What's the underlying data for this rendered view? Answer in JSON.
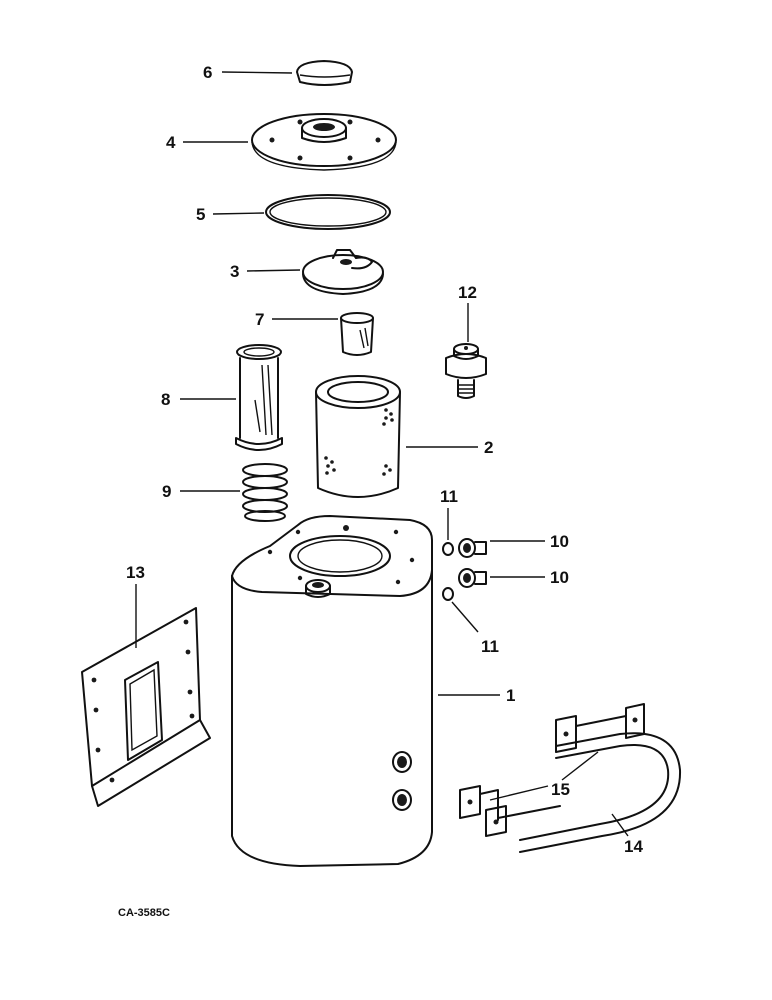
{
  "diagram": {
    "callouts": [
      {
        "id": "c6",
        "label": "6",
        "part": "cap"
      },
      {
        "id": "c4",
        "label": "4",
        "part": "cover-plate"
      },
      {
        "id": "c5",
        "label": "5",
        "part": "o-ring"
      },
      {
        "id": "c3",
        "label": "3",
        "part": "filter-lid"
      },
      {
        "id": "c7",
        "label": "7",
        "part": "small-sleeve"
      },
      {
        "id": "c12",
        "label": "12",
        "part": "switch"
      },
      {
        "id": "c8",
        "label": "8",
        "part": "screen-tube"
      },
      {
        "id": "c2",
        "label": "2",
        "part": "filter-element"
      },
      {
        "id": "c9",
        "label": "9",
        "part": "spring"
      },
      {
        "id": "c11a",
        "label": "11",
        "part": "washer-upper"
      },
      {
        "id": "c10a",
        "label": "10",
        "part": "fitting-upper"
      },
      {
        "id": "c10b",
        "label": "10",
        "part": "fitting-lower"
      },
      {
        "id": "c11b",
        "label": "11",
        "part": "washer-lower"
      },
      {
        "id": "c13",
        "label": "13",
        "part": "mounting-bracket"
      },
      {
        "id": "c1",
        "label": "1",
        "part": "reservoir-tank"
      },
      {
        "id": "c15",
        "label": "15",
        "part": "strap-ends"
      },
      {
        "id": "c14",
        "label": "14",
        "part": "strap"
      }
    ],
    "drawing_code": "CA-3585C"
  }
}
